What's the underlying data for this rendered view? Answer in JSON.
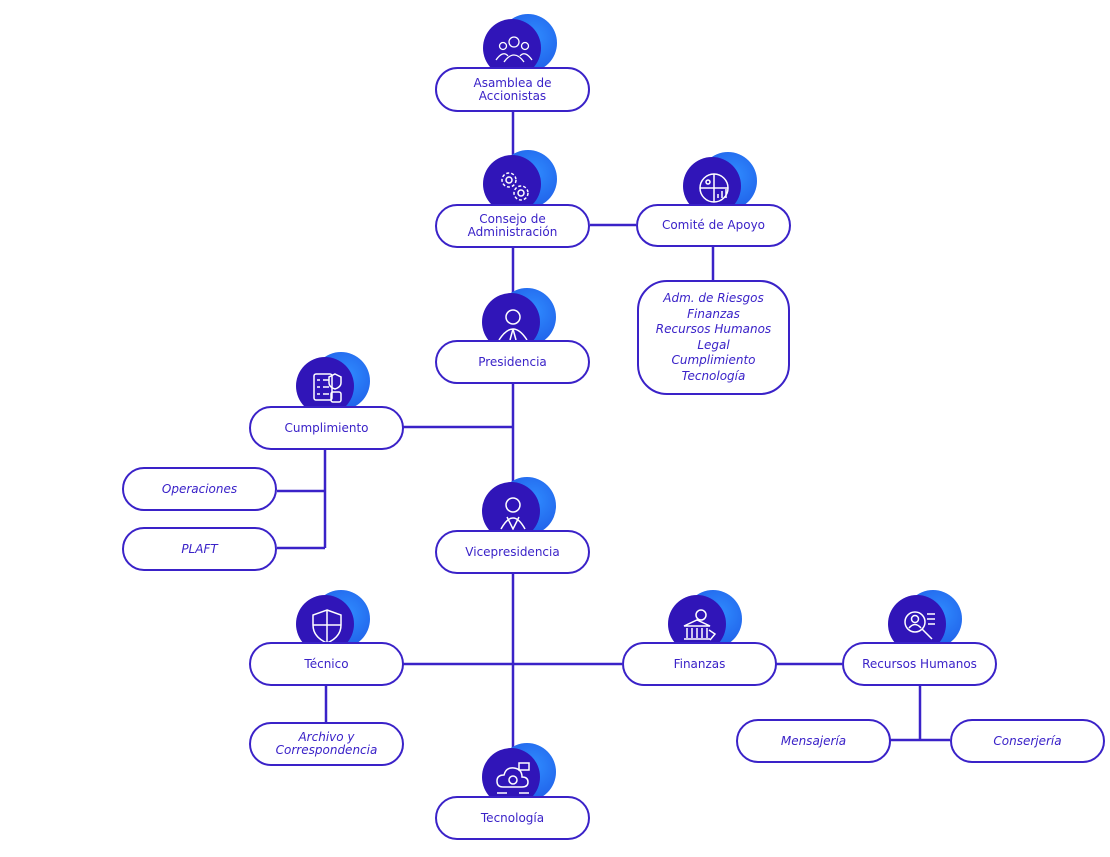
{
  "colors": {
    "line": "#3a22c8",
    "icon_dark": "#3015b8",
    "icon_blue": "#1f6bf0",
    "text": "#3a22c8"
  },
  "nodes": {
    "asamblea": {
      "label": "Asamblea de\nAccionistas",
      "icon": "shareholders-icon"
    },
    "consejo": {
      "label": "Consejo de\nAdministración",
      "icon": "gears-icon"
    },
    "comite": {
      "label": "Comité de Apoyo",
      "icon": "pie-chart-icon"
    },
    "presidencia": {
      "label": "Presidencia",
      "icon": "executive-icon"
    },
    "cumplimiento": {
      "label": "Cumplimiento",
      "icon": "checklist-icon"
    },
    "operaciones": {
      "label": "Operaciones"
    },
    "plaft": {
      "label": "PLAFT"
    },
    "vicepresidencia": {
      "label": "Vicepresidencia",
      "icon": "executive-icon"
    },
    "tecnico": {
      "label": "Técnico",
      "icon": "shield-icon"
    },
    "archivo": {
      "label": "Archivo y\nCorrespondencia"
    },
    "finanzas": {
      "label": "Finanzas",
      "icon": "bank-icon"
    },
    "rrhh": {
      "label": "Recursos Humanos",
      "icon": "search-person-icon"
    },
    "mensajeria": {
      "label": "Mensajería"
    },
    "conserjeria": {
      "label": "Conserjería"
    },
    "tecnologia": {
      "label": "Tecnología",
      "icon": "cloud-tech-icon"
    }
  },
  "comite_list": [
    "Adm. de Riesgos",
    "Finanzas",
    "Recursos Humanos",
    "Legal",
    "Cumplimiento",
    "Tecnología"
  ]
}
